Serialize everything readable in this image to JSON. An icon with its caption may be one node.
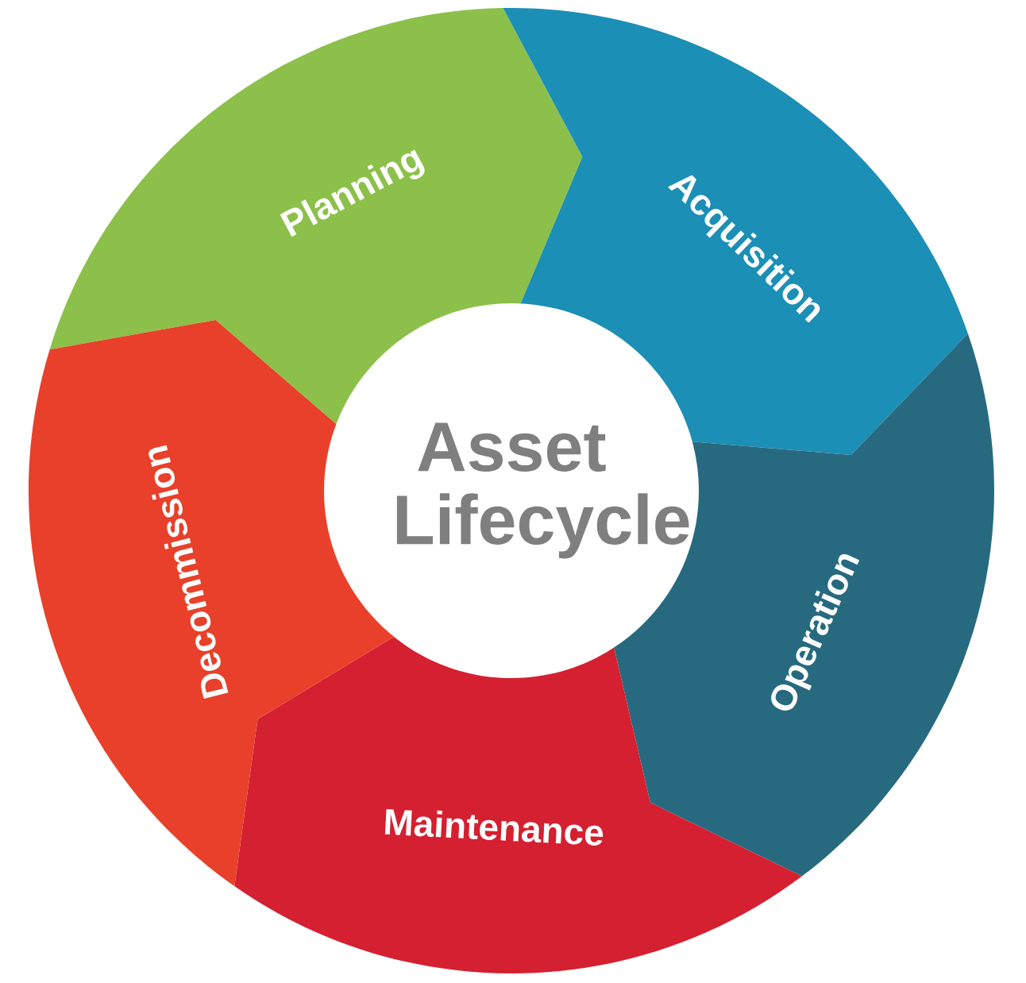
{
  "diagram": {
    "nodes": [
      {
        "text": [
          "Asset Lifecycle"
        ]
      },
      {
        "text": [
          "Planning"
        ]
      },
      {
        "text": [
          "Acquisition"
        ]
      },
      {
        "text": [
          "Operation"
        ]
      },
      {
        "text": [
          "Maintenance"
        ]
      },
      {
        "text": [
          "Decommission"
        ]
      }
    ]
  }
}
